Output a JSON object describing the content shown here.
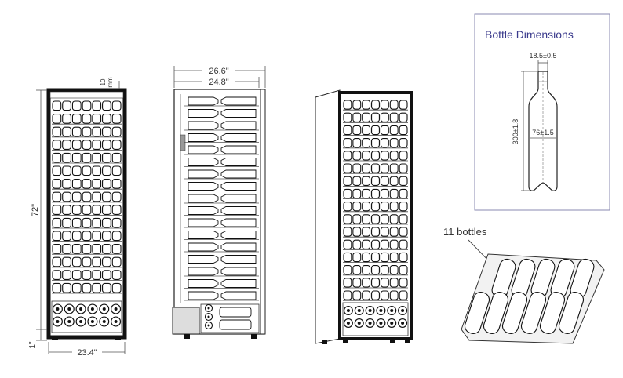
{
  "front_view": {
    "height_label": "72\"",
    "width_label": "23.4\"",
    "foot_label": "1\"",
    "gap_label_value": "10",
    "gap_label_unit": "mm"
  },
  "side_view": {
    "depth_label": "26.6\"",
    "cabinet_depth_label": "24.8\""
  },
  "bottle_panel": {
    "title": "Bottle Dimensions",
    "neck_label": "18.5±0.5",
    "height_label": "300±1.8",
    "diameter_label": "76±1.5"
  },
  "shelf_callout": {
    "label": "11 bottles"
  },
  "colors": {
    "panel_border": "#8a8ab0",
    "title": "#3a3a8c",
    "cabinet": "#111111"
  }
}
